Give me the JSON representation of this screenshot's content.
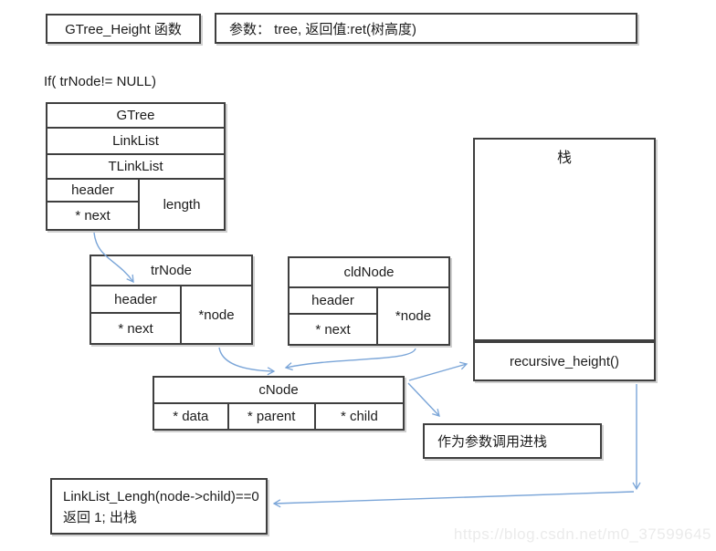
{
  "colors": {
    "arrow": "#7aa5d8",
    "border": "#3f3f3f",
    "text": "#1c1c1c",
    "watermark": "#ebebeb"
  },
  "title_box": {
    "label": "GTree_Height 函数"
  },
  "params_box": {
    "label": "参数： tree, 返回值:ret(树高度)"
  },
  "condition": {
    "label": "If( trNode!= NULL)"
  },
  "gtree": {
    "rows": [
      "GTree",
      "LinkList",
      "TLinkList"
    ],
    "header": "header",
    "next": "* next",
    "length": "length"
  },
  "trnode": {
    "title": "trNode",
    "header": "header",
    "next": "* next",
    "node": "*node"
  },
  "cldnode": {
    "title": "cldNode",
    "header": "header",
    "next": "* next",
    "node": "*node"
  },
  "stack": {
    "title": "栈",
    "frame_label": "recursive_height()"
  },
  "cnode": {
    "title": "cNode",
    "cells": [
      "* data",
      "* parent",
      "* child"
    ]
  },
  "push_note": {
    "label": "作为参数调用进栈"
  },
  "return_note": {
    "line1": "LinkList_Lengh(node->child)==0",
    "line2": "返回 1; 出栈"
  },
  "watermark": {
    "label": "https://blog.csdn.net/m0_37599645"
  }
}
